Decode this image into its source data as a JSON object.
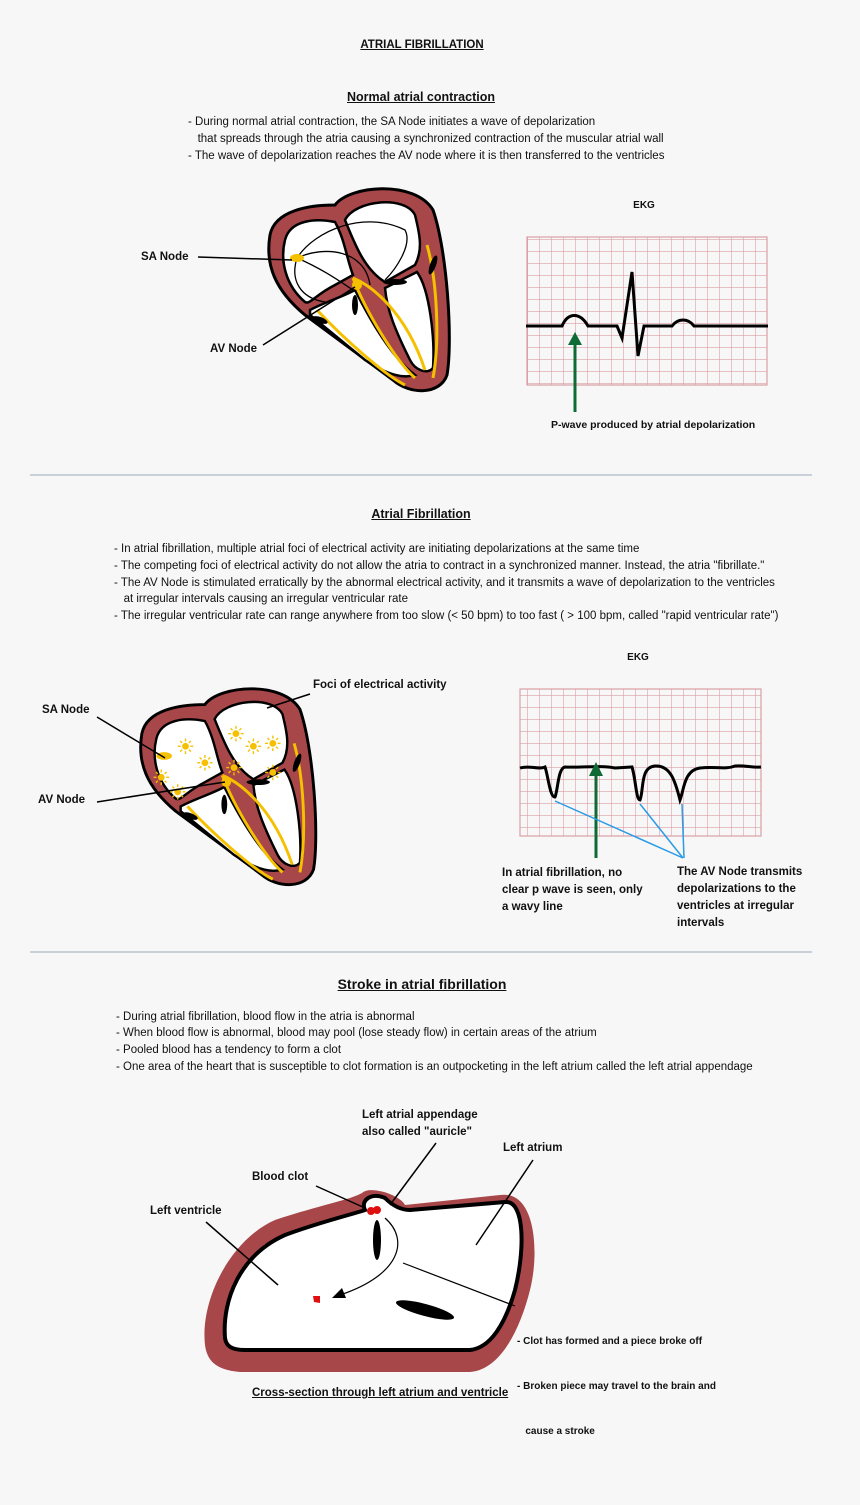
{
  "title": "ATRIAL FIBRILLATION",
  "section1": {
    "heading": "Normal atrial contraction",
    "bullets": [
      "- During normal atrial contraction, the SA Node initiates a wave of depolarization",
      "   that spreads through the atria causing a synchronized contraction of the muscular atrial wall",
      "- The wave of depolarization reaches the AV node where it is then transferred to the ventricles"
    ],
    "sa_node_label": "SA Node",
    "av_node_label": "AV Node",
    "ekg_label": "EKG",
    "pwave_label": "P-wave produced by atrial depolarization"
  },
  "section2": {
    "heading": "Atrial Fibrillation",
    "bullets": [
      "- In atrial fibrillation, multiple atrial foci of electrical activity are initiating depolarizations at the same time",
      "- The competing foci of electrical activity do not allow the atria to contract in a synchronized manner. Instead, the atria \"fibrillate.\"",
      "- The AV Node is stimulated erratically by the abnormal electrical activity, and it transmits a wave of depolarization to the ventricles",
      "   at irregular intervals causing an irregular ventricular rate",
      "- The irregular ventricular rate can range anywhere from too slow (< 50 bpm) to too fast ( > 100 bpm, called \"rapid ventricular rate\")"
    ],
    "sa_node_label": "SA Node",
    "av_node_label": "AV Node",
    "foci_label": "Foci of electrical activity",
    "ekg_label": "EKG",
    "no_pwave_lines": [
      "In atrial fibrillation, no",
      "clear p wave is seen, only",
      "a wavy line"
    ],
    "av_transmits_lines": [
      "The AV Node transmits",
      "depolarizations to the",
      "ventricles at irregular",
      "intervals"
    ]
  },
  "section3": {
    "heading": "Stroke in atrial fibrillation",
    "bullets": [
      "- During atrial fibrillation, blood flow in the atria is abnormal",
      "- When blood flow is abnormal, blood may pool (lose steady flow) in certain areas of the atrium",
      "- Pooled blood has a tendency to form a clot",
      "- One area of the heart that is susceptible to clot formation is an outpocketing in the left atrium called the left atrial appendage"
    ],
    "appendage_lines": [
      "Left atrial appendage",
      "also called \"auricle\""
    ],
    "left_atrium_label": "Left atrium",
    "blood_clot_label": "Blood clot",
    "left_ventricle_label": "Left ventricle",
    "clot_notes": [
      "- Clot has formed and a piece broke off",
      "- Broken piece may travel to the brain and",
      "   cause a stroke"
    ],
    "caption": "Cross-section through left atrium and ventricle"
  },
  "colors": {
    "muscle": "#a8474a",
    "conduction": "#f5c000",
    "grid": "#d9a0a6",
    "arrow_green": "#0f6b35",
    "pointer_blue": "#2a9be8",
    "clot": "#e01010"
  }
}
